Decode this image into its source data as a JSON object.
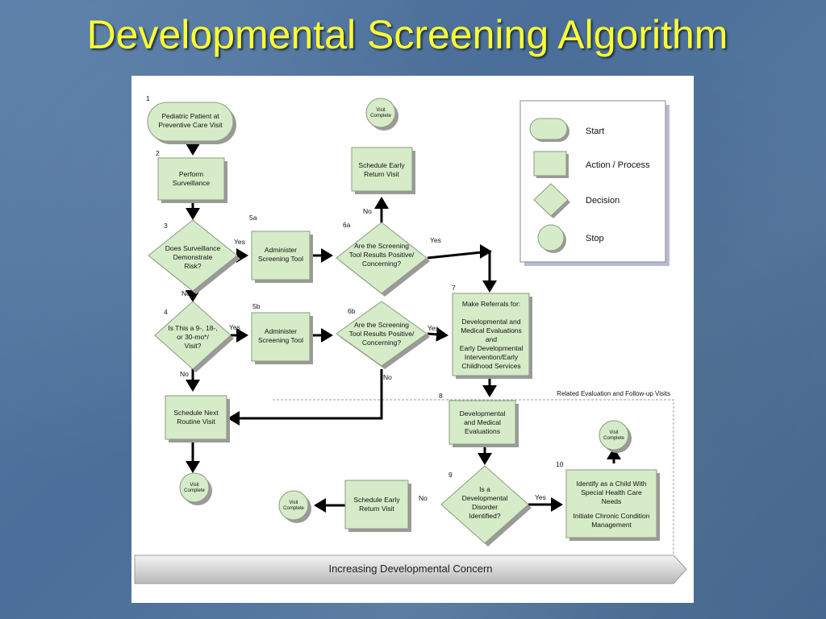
{
  "slide": {
    "title": "Developmental Screening Algorithm"
  },
  "legend": {
    "start": "Start",
    "action": "Action / Process",
    "decision": "Decision",
    "stop": "Stop"
  },
  "steps": {
    "n1": "1",
    "n2": "2",
    "n3": "3",
    "n4": "4",
    "n5a": "5a",
    "n5b": "5b",
    "n6a": "6a",
    "n6b": "6b",
    "n7": "7",
    "n8": "8",
    "n9": "9",
    "n10": "10",
    "start": [
      "Pediatric Patient at",
      "Preventive Care Visit"
    ],
    "surveillance": [
      "Perform",
      "Surveillance"
    ],
    "risk": [
      "Does Surveillance",
      "Demonstrate",
      "Risk?"
    ],
    "visit_age": [
      "Is This a 9-, 18-,",
      "or 30-mo*/",
      "Visit?"
    ],
    "administer_a": [
      "Administer",
      "Screening Tool"
    ],
    "administer_b": [
      "Administer",
      "Screening Tool"
    ],
    "results_a": [
      "Are the Screening",
      "Tool Results Positive/",
      "Concerning?"
    ],
    "results_b": [
      "Are the Screening",
      "Tool Results Positive/",
      "Concerning?"
    ],
    "schedule_early_top": [
      "Schedule Early",
      "Return Visit"
    ],
    "referrals": [
      "Make Referrals for:",
      "",
      "Developmental and",
      "Medical Evaluations",
      "and",
      "Early Developmental",
      "Intervention/Early",
      "Childhood Services"
    ],
    "schedule_next": [
      "Schedule Next",
      "Routine Visit"
    ],
    "dev_med_eval": [
      "Developmental",
      "and Medical",
      "Evaluations"
    ],
    "disorder": [
      "Is a",
      "Developmental",
      "Disorder",
      "Identified?"
    ],
    "schedule_early_bottom": [
      "Schedule Early",
      "Return Visit"
    ],
    "identify": [
      "Identify as a Child With",
      "Special Health Care",
      "Needs",
      "",
      "Initiate Chronic Condition",
      "Management"
    ],
    "visit_complete": [
      "Visit",
      "Complete"
    ]
  },
  "edges": {
    "yes": "Yes",
    "no": "No"
  },
  "related_label": "Related Evaluation and Follow-up Visits",
  "concern_bar": "Increasing Developmental Concern",
  "colors": {
    "title": "#ffff33",
    "box_fill": "#d6ecc8",
    "background": "#4f739d"
  }
}
